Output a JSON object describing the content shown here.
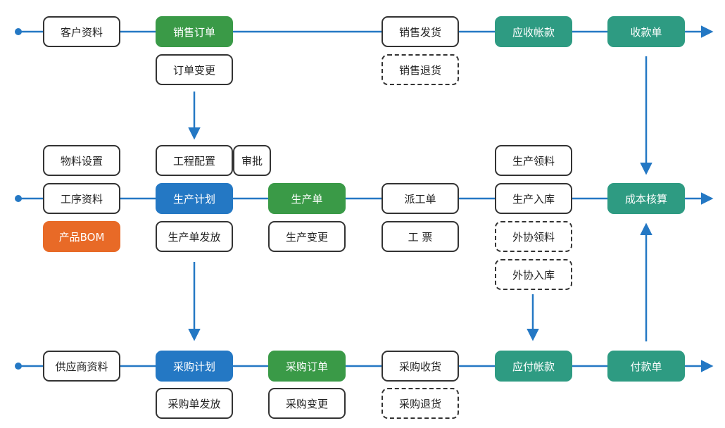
{
  "colors": {
    "line": "#2478c4",
    "green": "#3a9a47",
    "blue": "#2478c4",
    "teal": "#2e9b82",
    "orange": "#e86a27",
    "border": "#333333"
  },
  "row1": {
    "customer": "客户资料",
    "sales_order": "销售订单",
    "order_change": "订单变更",
    "sales_delivery": "销售发货",
    "sales_return": "销售退货",
    "receivable": "应收帐款",
    "receipt": "收款单"
  },
  "row2": {
    "material_settings": "物料设置",
    "process_data": "工序资料",
    "product_bom": "产品BOM",
    "engineering_config": "工程配置",
    "approval": "审批",
    "production_plan": "生产计划",
    "production_order_release": "生产单发放",
    "production_order": "生产单",
    "production_change": "生产变更",
    "dispatch_order": "派工单",
    "work_ticket": "工 票",
    "production_picking": "生产领料",
    "production_storage": "生产入库",
    "outsource_picking": "外协领料",
    "outsource_storage": "外协入库",
    "cost_accounting": "成本核算"
  },
  "row3": {
    "supplier": "供应商资料",
    "purchase_plan": "采购计划",
    "purchase_order_release": "采购单发放",
    "purchase_order": "采购订单",
    "purchase_change": "采购变更",
    "purchase_receipt": "采购收货",
    "purchase_return": "采购退货",
    "payable": "应付帐款",
    "payment": "付款单"
  }
}
